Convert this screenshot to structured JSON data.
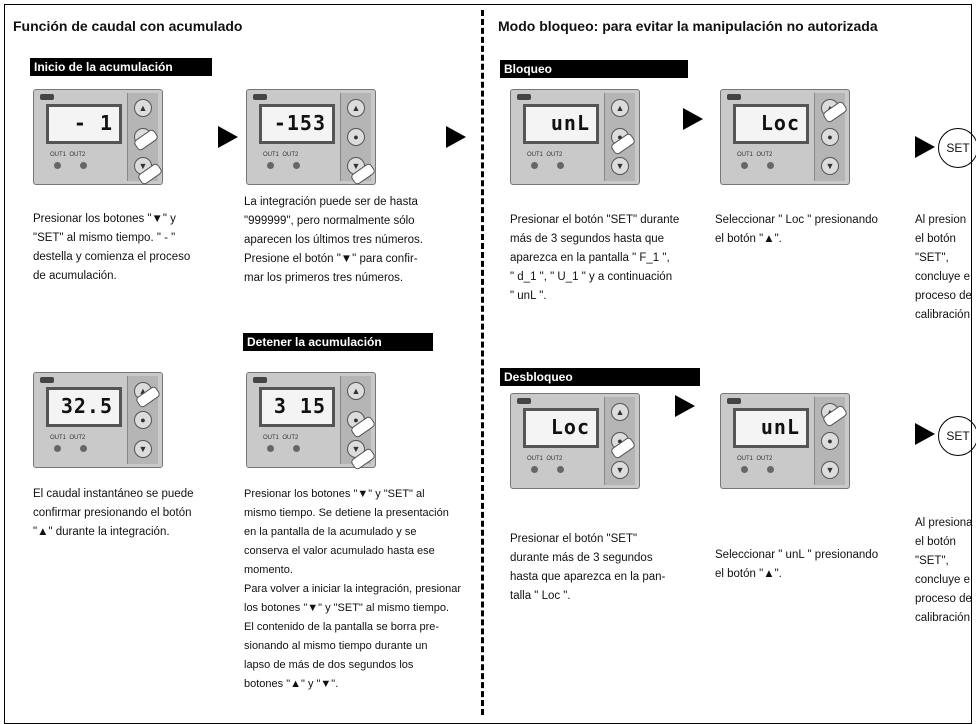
{
  "left": {
    "title": "Función de caudal con acumulado",
    "bar_start": "Inicio de la acumulación",
    "bar_stop": "Detener la acumulación",
    "displays": [
      "- 1",
      "-153",
      "32.5",
      "3 15"
    ],
    "text1": "Presionar los botones \"▼\" y\n\"SET\" al mismo tiempo. \" -  \"\ndestella y comienza el proceso\nde acumulación.",
    "text2": "La integración puede ser de hasta\n\"999999\", pero normalmente sólo\naparecen los últimos tres números.\nPresione el botón \"▼\" para confir-\nmar los primeros tres números.",
    "text3": "El caudal instantáneo se puede\nconfirmar presionando el botón\n\"▲\" durante la integración.",
    "text4": "Presionar los botones \"▼\" y \"SET\" al\nmismo tiempo. Se detiene la presentación\nen la pantalla de la acumulado y se\nconserva el valor acumulado hasta ese\nmomento.\nPara volver a iniciar la integración, presionar\nlos botones \"▼\" y \"SET\" al mismo tiempo.\nEl contenido de la pantalla se borra pre-\nsionando al mismo tiempo durante un\nlapso de más de dos segundos los\nbotones \"▲\" y \"▼\"."
  },
  "right": {
    "title": "Modo bloqueo: para evitar la manipulación no autorizada",
    "bar_lock": "Bloqueo",
    "bar_unlock": "Desbloqueo",
    "displays": [
      "unL",
      "Loc",
      "Loc",
      "unL"
    ],
    "set_label": "SET",
    "text1": "Presionar el botón \"SET\" durante\nmás de 3 segundos hasta que\naparezca en la pantalla \" F_1 \",\n\" d_1 \", \" U_1 \" y a continuación\n\" unL \".",
    "text2": "Seleccionar \" Loc \" presionando\nel botón \"▲\".",
    "text3": "Al presion\nel botón\n\"SET\",\nconcluye e\nproceso de\ncalibración",
    "text4": "Presionar el botón \"SET\"\ndurante más de 3 segundos\nhasta que aparezca en la pan-\ntalla \" Loc \".",
    "text5": "Seleccionar \" unL \" presionando\nel botón \"▲\".",
    "text6": "Al presiona\nel botón\n\"SET\",\nconcluye e\nproceso de\ncalibración"
  },
  "device": {
    "out1": "OUT1",
    "out2": "OUT2"
  }
}
